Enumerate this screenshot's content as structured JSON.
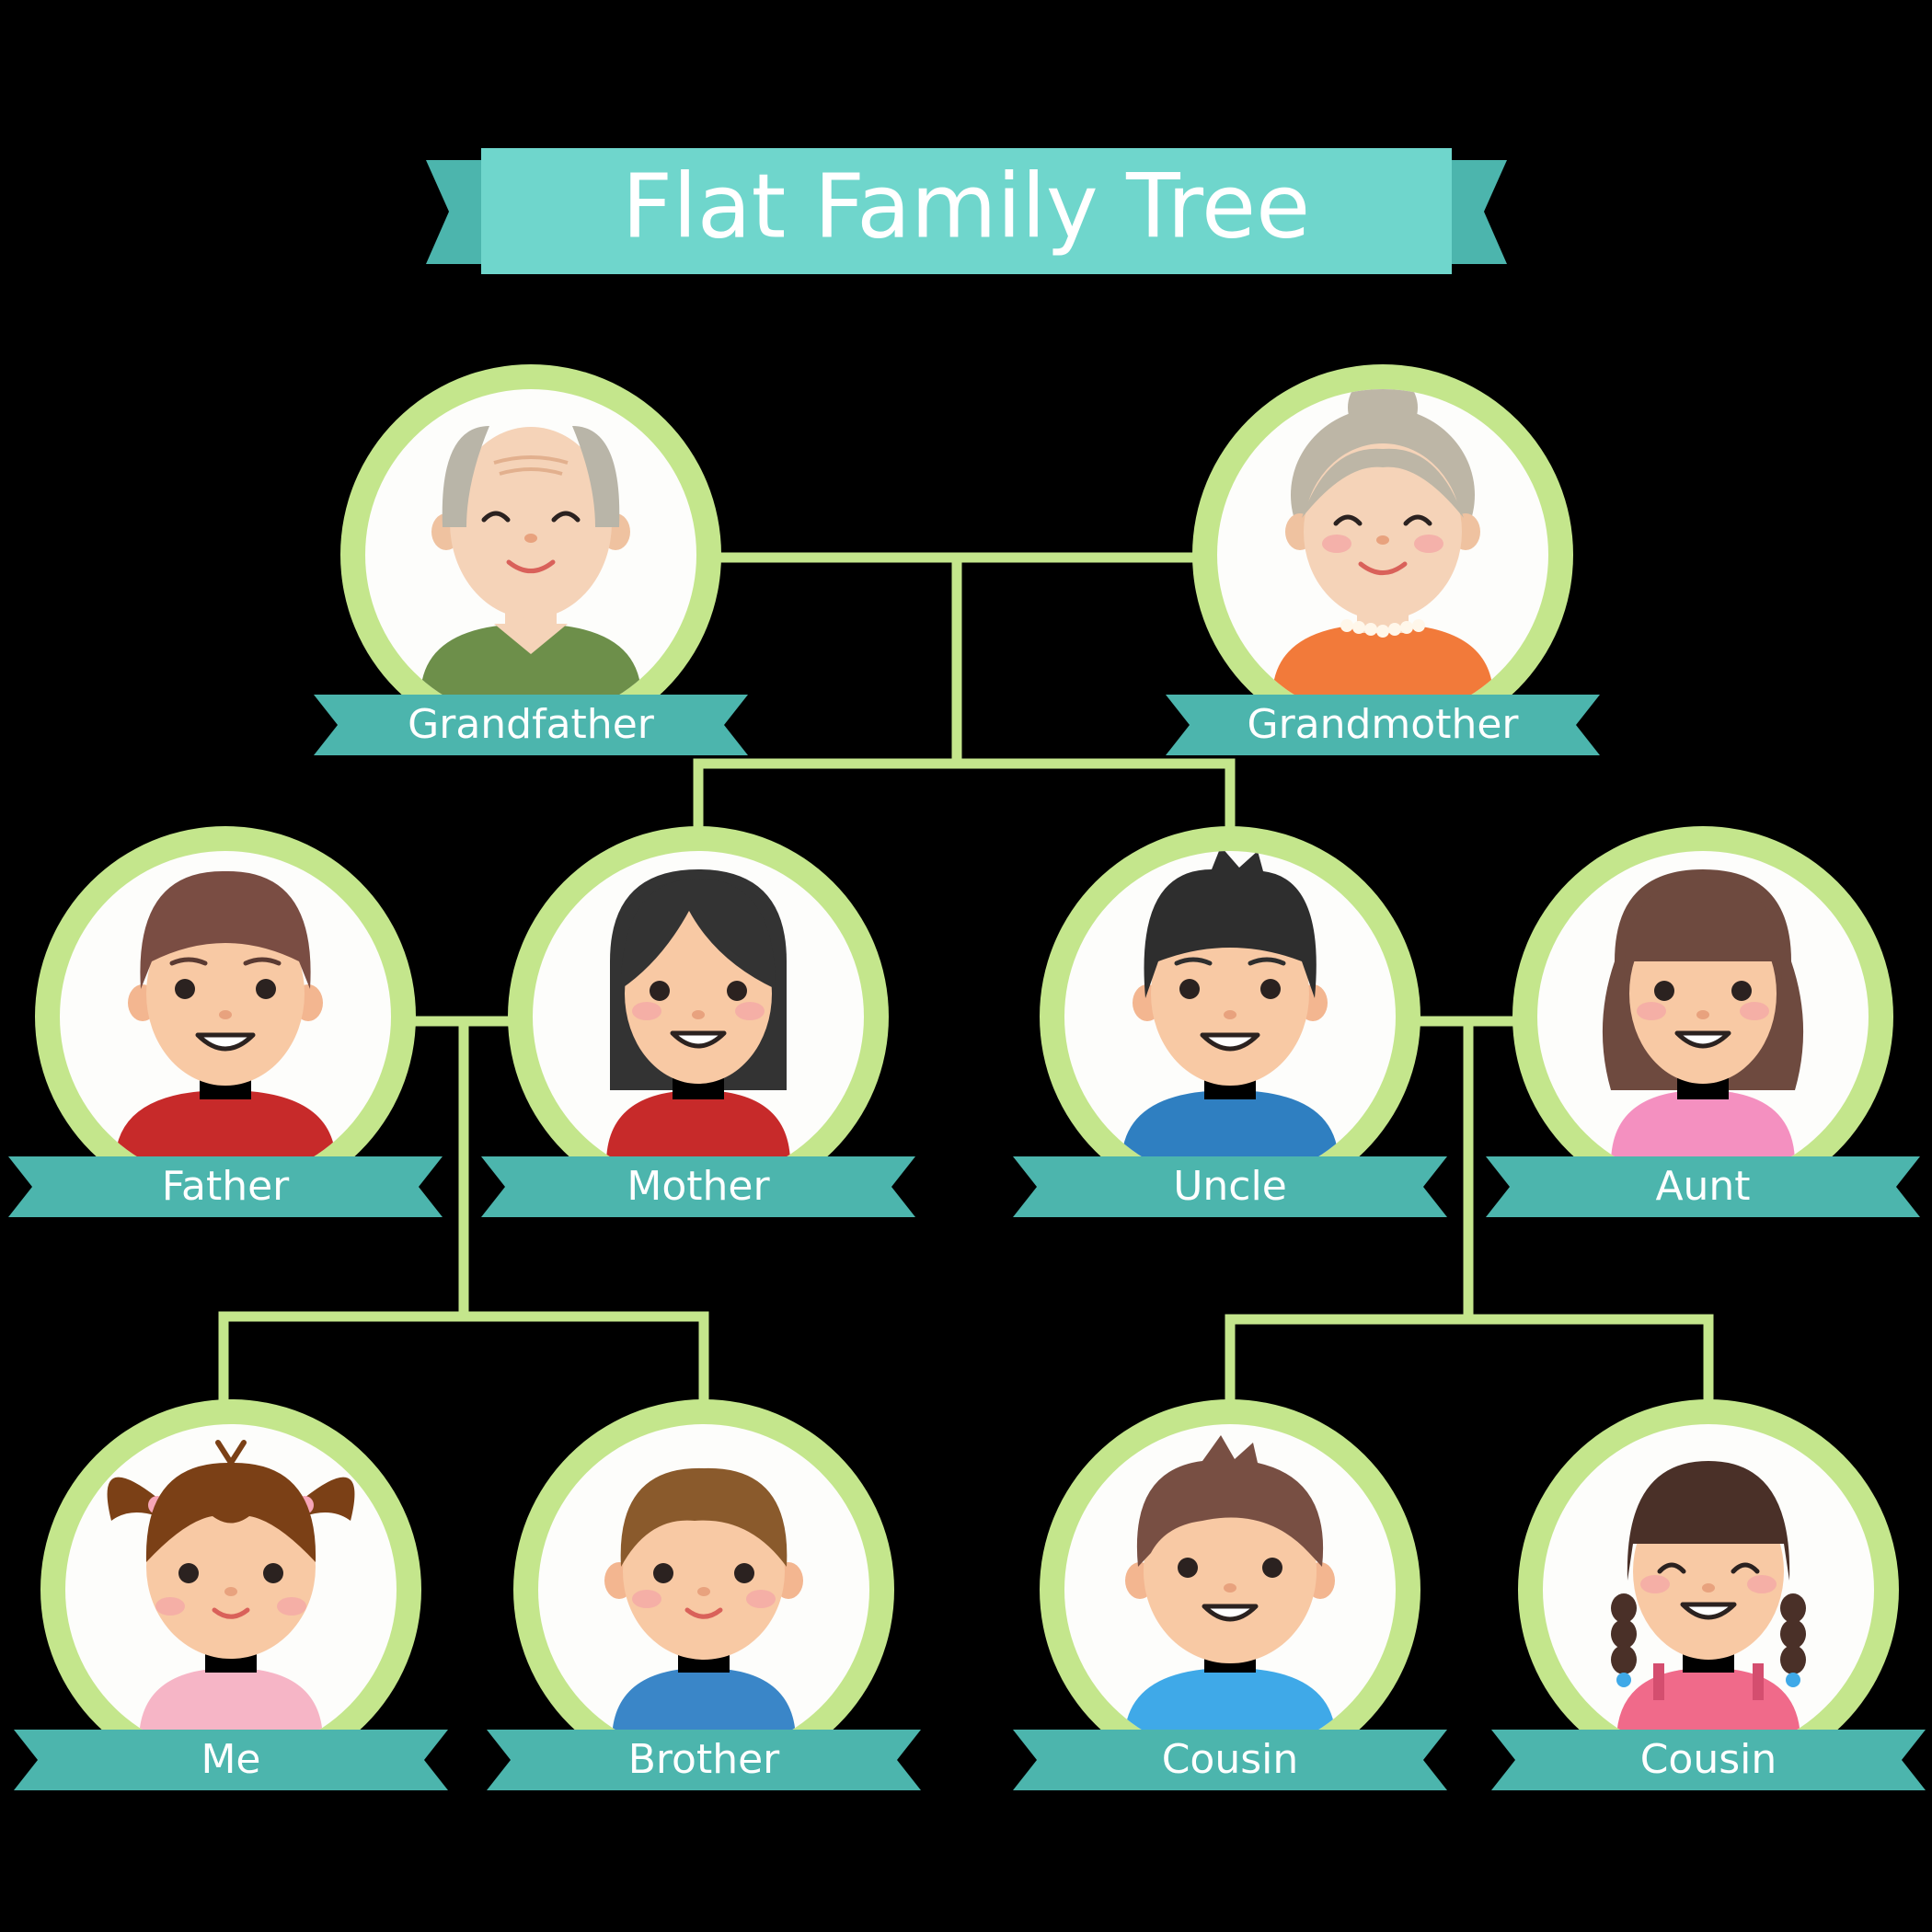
{
  "title": "Flat Family Tree",
  "colors": {
    "background": "#000000",
    "banner": "#6fd6cc",
    "banner_dark": "#4cb5ad",
    "ring": "#c4e68c",
    "line": "#c4e68c",
    "card": "#fdfdfb",
    "label_text": "#ffffff"
  },
  "members": [
    {
      "id": "grandfather",
      "label": "Grandfather",
      "icon": "grandfather-avatar-icon"
    },
    {
      "id": "grandmother",
      "label": "Grandmother",
      "icon": "grandmother-avatar-icon"
    },
    {
      "id": "father",
      "label": "Father",
      "icon": "father-avatar-icon"
    },
    {
      "id": "mother",
      "label": "Mother",
      "icon": "mother-avatar-icon"
    },
    {
      "id": "uncle",
      "label": "Uncle",
      "icon": "uncle-avatar-icon"
    },
    {
      "id": "aunt",
      "label": "Aunt",
      "icon": "aunt-avatar-icon"
    },
    {
      "id": "me",
      "label": "Me",
      "icon": "me-avatar-icon"
    },
    {
      "id": "brother",
      "label": "Brother",
      "icon": "brother-avatar-icon"
    },
    {
      "id": "cousin1",
      "label": "Cousin",
      "icon": "cousin-boy-avatar-icon"
    },
    {
      "id": "cousin2",
      "label": "Cousin",
      "icon": "cousin-girl-avatar-icon"
    }
  ],
  "relations": [
    {
      "couple": [
        "grandfather",
        "grandmother"
      ],
      "children": [
        "mother",
        "uncle"
      ]
    },
    {
      "couple": [
        "father",
        "mother"
      ],
      "children": [
        "me",
        "brother"
      ]
    },
    {
      "couple": [
        "uncle",
        "aunt"
      ],
      "children": [
        "cousin1",
        "cousin2"
      ]
    }
  ]
}
